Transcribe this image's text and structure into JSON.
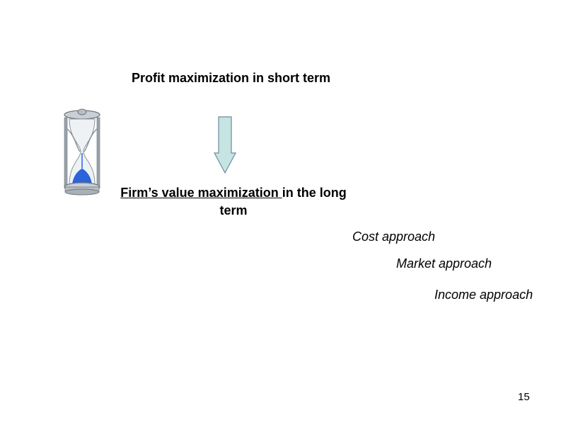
{
  "slide": {
    "title": "Profit maximization in short term",
    "value_underlined": "Firm’s value maximization ",
    "value_rest": "in the long term",
    "approaches": {
      "cost": "Cost approach",
      "market": "Market approach",
      "income": "Income approach"
    },
    "page_number": "15"
  },
  "icons": {
    "hourglass": "hourglass-icon",
    "arrow": "down-arrow-icon"
  },
  "colors": {
    "arrow_fill": "#c6e5e2",
    "arrow_stroke": "#6b8aa0",
    "sand": "#2b63d8",
    "frame": "#9aa3ab"
  }
}
